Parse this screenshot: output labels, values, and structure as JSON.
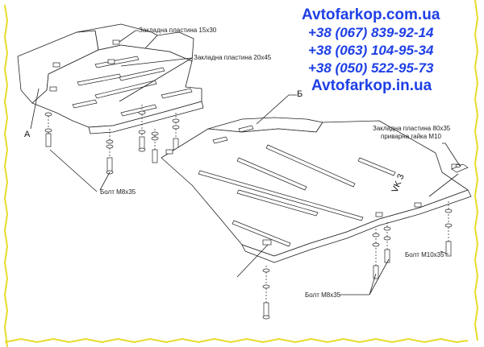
{
  "advert": {
    "site_top": "Avtofarkop.com.ua",
    "phones": [
      "+38 (067) 839-92-14",
      "+38 (063) 104-95-34",
      "+38 (050) 522-95-73"
    ],
    "site_bottom": "Avtofarkop.in.ua",
    "color": "#1e3fe6"
  },
  "parts": {
    "a_label": "А",
    "b_label": "Б",
    "b_stamp": "VK 3"
  },
  "callouts": {
    "plate_15x30": "Закладна пластина 15х30",
    "plate_20x45": "Закладна пластина 20х45",
    "plate_80x35_line1": "Закладна пластина 80х35",
    "plate_80x35_line2": "приварна гайка М10",
    "bolt_m8_a": "Болт М8х35",
    "bolt_m10": "Болт М10х35",
    "bolt_m8_b": "Болт М8х35"
  },
  "frame": {
    "border_color": "#e8dc2a"
  }
}
